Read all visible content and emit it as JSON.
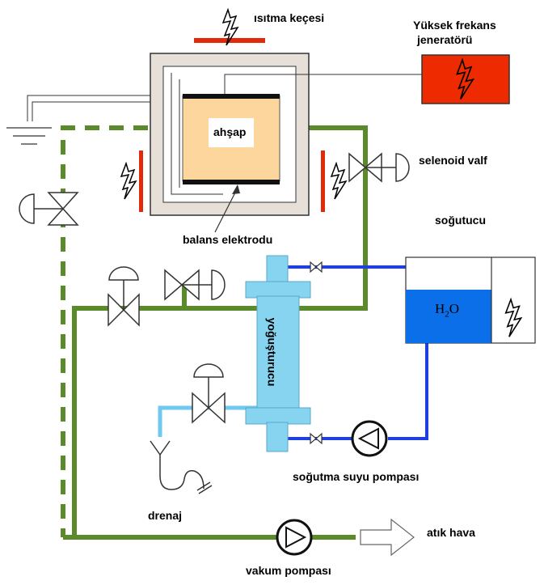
{
  "labels": {
    "heating_pad": "ısıtma keçesi",
    "hf_generator_line1": "Yüksek frekans",
    "hf_generator_line2": "jeneratörü",
    "wood": "ahşap",
    "solenoid_valve": "selenoid valf",
    "balance_electrode": "balans elektrodu",
    "cooler": "soğutucu",
    "condenser": "yoğuşturucu",
    "water_h": "H",
    "water_sub": "2",
    "water_o": "O",
    "cooling_water_pump": "soğutma suyu pompası",
    "drain": "drenaj",
    "waste_air": "atık hava",
    "vacuum_pump": "vakum pompası"
  },
  "colors": {
    "vacuum_line": "#5a8a2a",
    "cooling_line": "#1f3fe0",
    "drain_line": "#6ec8ef",
    "condenser_body": "#87d4f0",
    "generator": "#ee2a00",
    "wood": "#fcd69c",
    "water": "#0a6fe8",
    "heater_red": "#e02a0a",
    "chamber_wall": "#e6e0d8"
  },
  "icons": [
    "lightning-icon",
    "valve-icon",
    "pump-icon",
    "ground-icon",
    "arrow-icon"
  ]
}
